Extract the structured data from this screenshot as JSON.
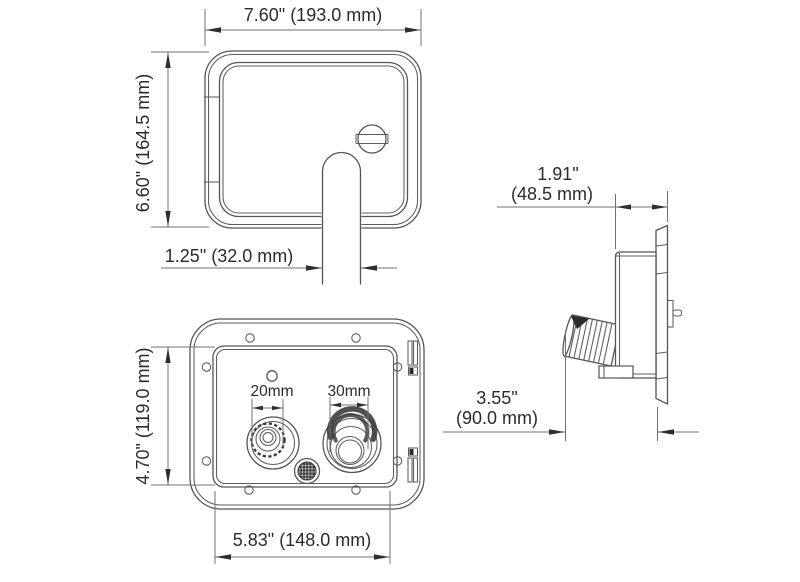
{
  "drawing": {
    "background": "#ffffff",
    "line_color": "#555555",
    "text_color": "#2b2b2b",
    "front_view": {
      "width_dim": "7.60\" (193.0 mm)",
      "height_dim": "6.60\" (164.5 mm)",
      "cutout_width_dim": "1.25\" (32.0 mm)"
    },
    "open_view": {
      "width_dim": "5.83\" (148.0 mm)",
      "height_dim": "4.70\" (119.0 mm)",
      "small_port_dim": "20mm",
      "large_port_dim": "30mm"
    },
    "side_view": {
      "depth_in": "1.91\"",
      "depth_mm": "(48.5 mm)",
      "total_depth_in": "3.55\"",
      "total_depth_mm": "(90.0 mm)"
    }
  }
}
